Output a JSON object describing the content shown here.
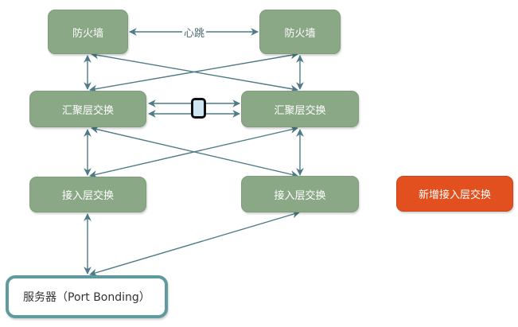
{
  "diagram": {
    "nodes": {
      "firewall_left": "防火墙",
      "firewall_right": "防火墙",
      "agg_left": "汇聚层交换",
      "agg_right": "汇聚层交换",
      "access_left": "接入层交换",
      "access_right": "接入层交换",
      "access_new": "新增接入层交换",
      "server": "服务器（Port Bonding）"
    },
    "heartbeat_label": "心跳",
    "colors": {
      "node_fill": "#8aa886",
      "new_node_fill": "#e2501f",
      "server_border": "#5f9a9e",
      "connector": "#4d7a86",
      "device_fill": "#cfe6f5"
    },
    "edges": [
      {
        "from": "firewall_left",
        "to": "firewall_right",
        "label": "心跳",
        "bidirectional": true
      },
      {
        "from": "firewall_left",
        "to": "agg_left",
        "bidirectional": true
      },
      {
        "from": "firewall_left",
        "to": "agg_right",
        "bidirectional": true
      },
      {
        "from": "firewall_right",
        "to": "agg_left",
        "bidirectional": true
      },
      {
        "from": "firewall_right",
        "to": "agg_right",
        "bidirectional": true
      },
      {
        "from": "agg_left",
        "to": "agg_right",
        "bidirectional": true,
        "count": 2,
        "via": "link-device"
      },
      {
        "from": "agg_left",
        "to": "access_left",
        "bidirectional": true
      },
      {
        "from": "agg_left",
        "to": "access_right",
        "bidirectional": true
      },
      {
        "from": "agg_right",
        "to": "access_left",
        "bidirectional": true
      },
      {
        "from": "agg_right",
        "to": "access_right",
        "bidirectional": true
      },
      {
        "from": "access_left",
        "to": "server",
        "bidirectional": true
      },
      {
        "from": "access_right",
        "to": "server",
        "bidirectional": true
      }
    ]
  }
}
